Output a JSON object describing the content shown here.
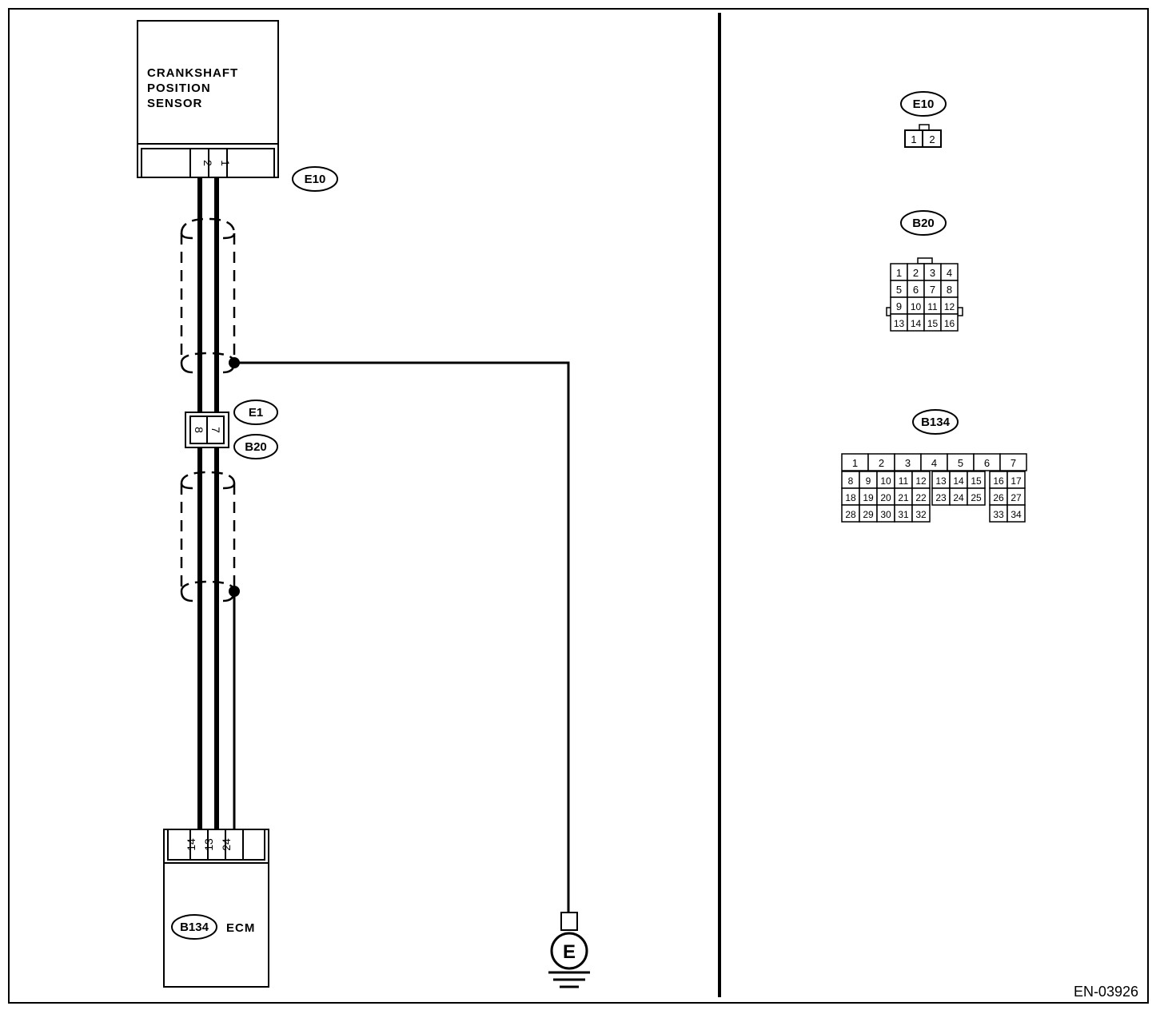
{
  "sensor": {
    "line1": "CRANKSHAFT",
    "line2": "POSITION",
    "line3": "SENSOR",
    "pins": [
      "2",
      "1"
    ],
    "connector_id": "E10"
  },
  "joint": {
    "pins": [
      "8",
      "7"
    ],
    "upper_id": "E1",
    "lower_id": "B20"
  },
  "ecm": {
    "pins": [
      "14",
      "13",
      "24"
    ],
    "connector_id": "B134",
    "name": "ECM"
  },
  "ground": {
    "symbol": "E"
  },
  "connectors": {
    "e10": {
      "id": "E10",
      "pins": [
        "1",
        "2"
      ]
    },
    "b20": {
      "id": "B20",
      "rows": [
        [
          "1",
          "2",
          "3",
          "4"
        ],
        [
          "5",
          "6",
          "7",
          "8"
        ],
        [
          "9",
          "10",
          "11",
          "12"
        ],
        [
          "13",
          "14",
          "15",
          "16"
        ]
      ]
    },
    "b134": {
      "id": "B134",
      "top": [
        "1",
        "2",
        "3",
        "4",
        "5",
        "6",
        "7"
      ],
      "rows": [
        [
          "8",
          "9",
          "10",
          "11",
          "12",
          "13",
          "14",
          "15",
          "16",
          "17"
        ],
        [
          "18",
          "19",
          "20",
          "21",
          "22",
          "23",
          "24",
          "25",
          "26",
          "27"
        ],
        [
          "28",
          "29",
          "30",
          "31",
          "32",
          "",
          "",
          "",
          "33",
          "34"
        ]
      ]
    }
  },
  "footer": {
    "code": "EN-03926"
  }
}
